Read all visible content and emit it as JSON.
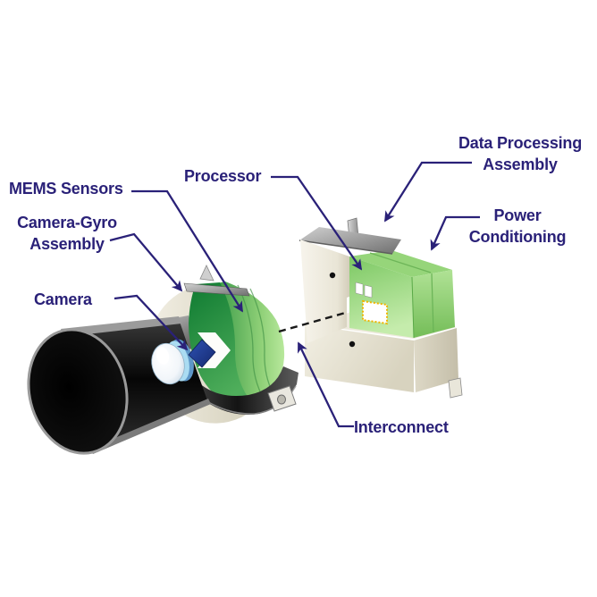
{
  "diagram": {
    "labels": {
      "mems_sensors": "MEMS Sensors",
      "camera_gyro_assembly": "Camera-Gyro\nAssembly",
      "camera": "Camera",
      "processor": "Processor",
      "data_processing_assembly": "Data Processing\nAssembly",
      "power_conditioning": "Power\nConditioning",
      "interconnect": "Interconnect"
    },
    "colors": {
      "label_text": "#2a2178",
      "leader_line": "#2a2178",
      "pcb_green_dark": "#0e7a31",
      "pcb_green_light": "#9ddb81",
      "chassis_cream": "#ece8da",
      "chassis_gray": "#8f8f8f",
      "lens_ring_blue": "#9fd4ef",
      "camera_cube_blue": "#1d3a8f",
      "barrel_black": "#101010",
      "connector_accent": "#f0b400",
      "interconnect_dash": "#1a1a1a",
      "background": "#ffffff"
    }
  }
}
